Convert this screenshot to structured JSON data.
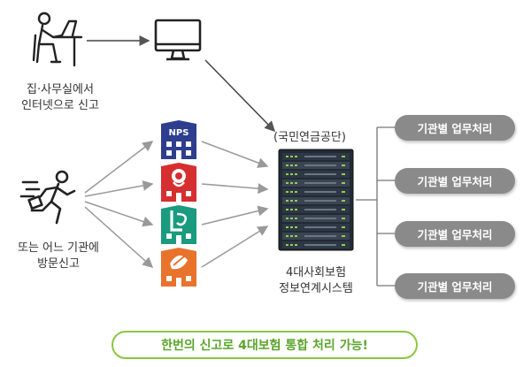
{
  "sources": {
    "online_line1": "집·사무실에서",
    "online_line2": "인터넷으로 신고",
    "visit_line1": "또는 어느 기관에",
    "visit_line2": "방문신고"
  },
  "agencies": {
    "nps_logo_text": "NPS"
  },
  "center": {
    "agency": "(국민연금공단)",
    "system_line1": "4대사회보험",
    "system_line2": "정보연계시스템"
  },
  "outputs": [
    "기관별 업무처리",
    "기관별 업무처리",
    "기관별 업무처리",
    "기관별 업무처리"
  ],
  "banner": "한번의 신고로 4대보험 통합 처리 가능!",
  "colors": {
    "nps": "#2d3e8f",
    "health": "#d62f2f",
    "welfare": "#1a9a7e",
    "employment": "#e8732c",
    "banner_border": "#8cc63f",
    "banner_text": "#5aa52a",
    "pill": "#8a8a8a"
  }
}
